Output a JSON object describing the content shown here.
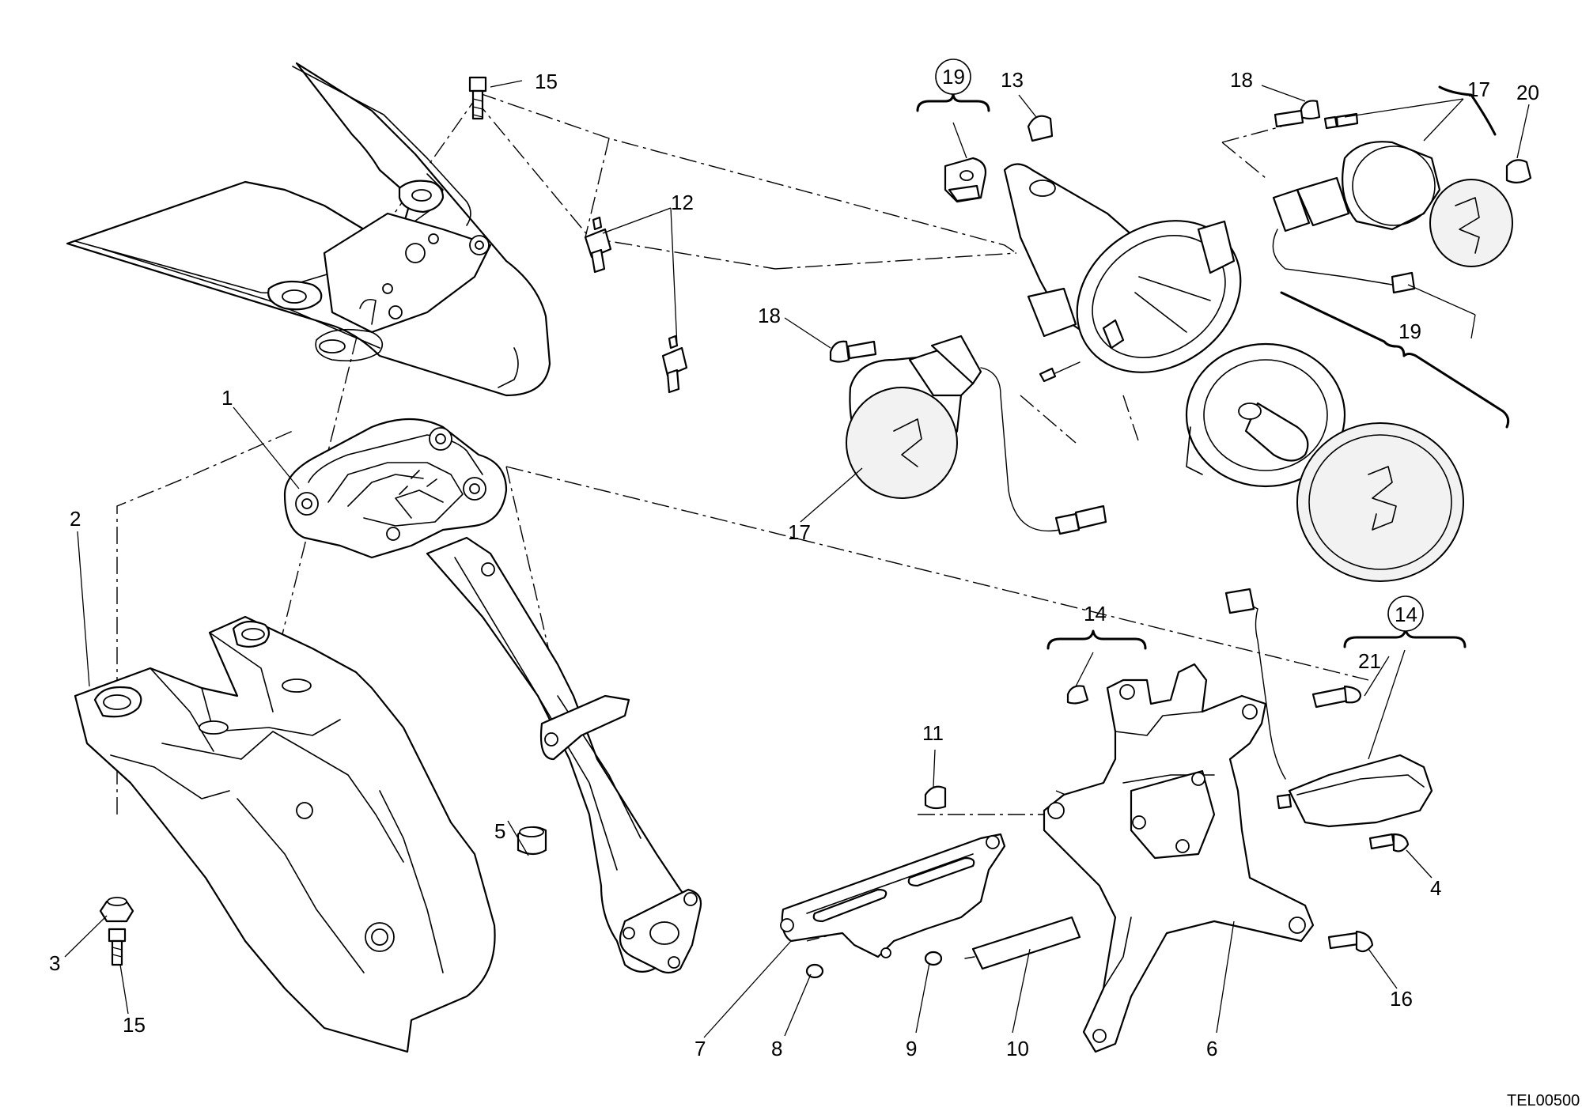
{
  "diagram": {
    "reference_code": "TEL00500",
    "labels": {
      "l1": "1",
      "l2": "2",
      "l3": "3",
      "l4": "4",
      "l5": "5",
      "l6": "6",
      "l7": "7",
      "l8": "8",
      "l9": "9",
      "l10": "10",
      "l11": "11",
      "l12": "12",
      "l13": "13",
      "l14a": "14",
      "l14b": "14",
      "l15a": "15",
      "l15b": "15",
      "l16": "16",
      "l17a": "17",
      "l17b": "17",
      "l18a": "18",
      "l18b": "18",
      "l19a": "19",
      "l19b": "19",
      "l20": "20",
      "l21": "21"
    }
  }
}
